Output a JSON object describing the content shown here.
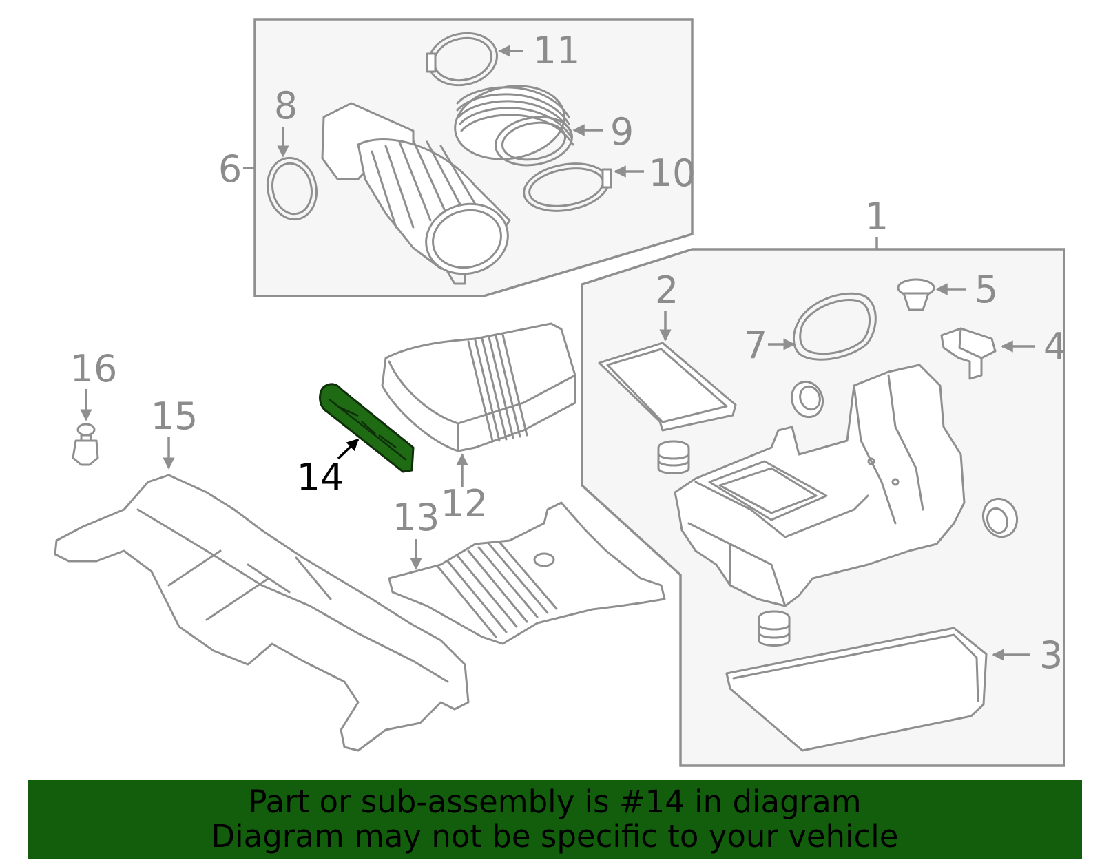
{
  "callouts": {
    "c1": "1",
    "c2": "2",
    "c3": "3",
    "c4": "4",
    "c5": "5",
    "c6": "6",
    "c7": "7",
    "c8": "8",
    "c9": "9",
    "c10": "10",
    "c11": "11",
    "c12": "12",
    "c13": "13",
    "c14": "14",
    "c15": "15",
    "c16": "16"
  },
  "highlight": {
    "part": "14",
    "color": "#1e6b14"
  },
  "banner": {
    "line1": "Part or sub-assembly is #14 in diagram",
    "line2": "Diagram may not be specific to your vehicle",
    "background": "#135e0c"
  }
}
